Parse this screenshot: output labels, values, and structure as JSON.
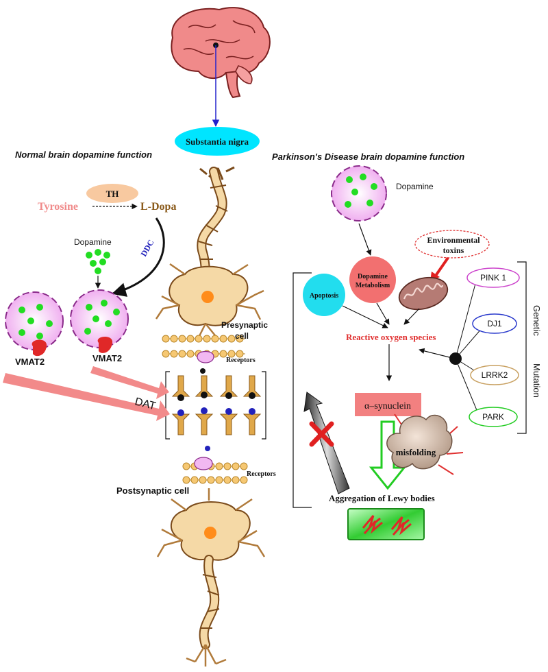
{
  "title_region": "Substantia nigra",
  "normal_heading": "Normal brain dopamine function",
  "pd_heading": "Parkinson's Disease brain dopamine function",
  "left": {
    "enzyme": "TH",
    "substrate": "Tyrosine",
    "product": "L-Dopa",
    "decarboxylase": "DDC",
    "dopamine_label": "Dopamine",
    "transporter_1": "VMAT2",
    "transporter_2": "VMAT2",
    "reuptake": "DAT",
    "presynaptic": "Presynaptic",
    "presynaptic_2": "cell",
    "receptors_top": "Receptors",
    "receptors_bottom": "Receptors",
    "postsynaptic": "Postsynaptic cell"
  },
  "right": {
    "dopamine_label": "Dopamine",
    "env_1": "Environmental",
    "env_2": "toxins",
    "metabolism_1": "Dopamine",
    "metabolism_2": "Metabolism",
    "apoptosis": "Apoptosis",
    "ros": "Reactive oxygen species",
    "synuclein": "α–synuclein",
    "misfolding": "misfolding",
    "aggregation": "Aggregation of Lewy bodies",
    "genes": [
      "PINK 1",
      "DJ1",
      "LRRK2",
      "PARK"
    ],
    "genetic": "Genetic",
    "mutation": "Mutation"
  },
  "colors": {
    "brain": "#f08a8a",
    "substantia": "#00e5ff",
    "axon": "#f5d9a6",
    "axon_stroke": "#7a4a1a",
    "vesicle": "#f4c6f4",
    "vesicle_stroke": "#8a2a8a",
    "dopamine_dot": "#22dd22",
    "arrow_pink": "#f28a8a",
    "ros_red": "#e03030",
    "synuclein_box": "#f28080"
  }
}
